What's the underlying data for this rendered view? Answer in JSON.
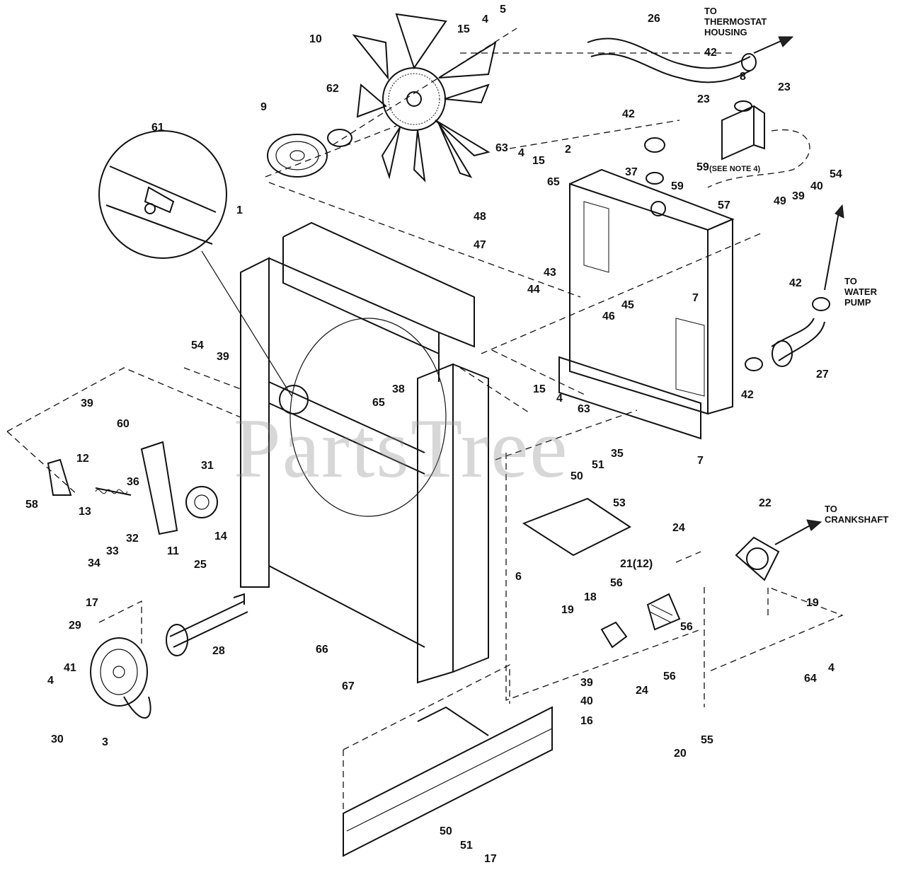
{
  "watermark": "PartsTree",
  "notes": {
    "thermostat": [
      "TO",
      "THERMOSTAT",
      "HOUSING"
    ],
    "water_pump": [
      "TO",
      "WATER",
      "PUMP"
    ],
    "crankshaft": [
      "TO",
      "CRANKSHAFT"
    ],
    "see_note": "(SEE NOTE 4)"
  },
  "callouts": [
    {
      "id": "c5",
      "text": "5"
    },
    {
      "id": "c4a",
      "text": "4"
    },
    {
      "id": "c15a",
      "text": "15"
    },
    {
      "id": "c10",
      "text": "10"
    },
    {
      "id": "c26",
      "text": "26"
    },
    {
      "id": "c42a",
      "text": "42"
    },
    {
      "id": "c62",
      "text": "62"
    },
    {
      "id": "c9",
      "text": "9"
    },
    {
      "id": "c61",
      "text": "61"
    },
    {
      "id": "c23a",
      "text": "23"
    },
    {
      "id": "c8",
      "text": "8"
    },
    {
      "id": "c23b",
      "text": "23"
    },
    {
      "id": "c42b",
      "text": "42"
    },
    {
      "id": "c2",
      "text": "2"
    },
    {
      "id": "c37",
      "text": "37"
    },
    {
      "id": "c59",
      "text": "59"
    },
    {
      "id": "c59b",
      "text": "59"
    },
    {
      "id": "c63a",
      "text": "63"
    },
    {
      "id": "c4b",
      "text": "4"
    },
    {
      "id": "c15b",
      "text": "15"
    },
    {
      "id": "c65a",
      "text": "65"
    },
    {
      "id": "c48",
      "text": "48"
    },
    {
      "id": "c47",
      "text": "47"
    },
    {
      "id": "c43",
      "text": "43"
    },
    {
      "id": "c44",
      "text": "44"
    },
    {
      "id": "c1",
      "text": "1"
    },
    {
      "id": "c57",
      "text": "57"
    },
    {
      "id": "c49",
      "text": "49"
    },
    {
      "id": "c39a",
      "text": "39"
    },
    {
      "id": "c40a",
      "text": "40"
    },
    {
      "id": "c54a",
      "text": "54"
    },
    {
      "id": "c7a",
      "text": "7"
    },
    {
      "id": "c42c",
      "text": "42"
    },
    {
      "id": "c45",
      "text": "45"
    },
    {
      "id": "c46",
      "text": "46"
    },
    {
      "id": "c42d",
      "text": "42"
    },
    {
      "id": "c27",
      "text": "27"
    },
    {
      "id": "c54b",
      "text": "54"
    },
    {
      "id": "c39b",
      "text": "39"
    },
    {
      "id": "c39c",
      "text": "39"
    },
    {
      "id": "c60",
      "text": "60"
    },
    {
      "id": "c38",
      "text": "38"
    },
    {
      "id": "c65b",
      "text": "65"
    },
    {
      "id": "c15c",
      "text": "15"
    },
    {
      "id": "c4c",
      "text": "4"
    },
    {
      "id": "c63b",
      "text": "63"
    },
    {
      "id": "c35",
      "text": "35"
    },
    {
      "id": "c51a",
      "text": "51"
    },
    {
      "id": "c50a",
      "text": "50"
    },
    {
      "id": "c7b",
      "text": "7"
    },
    {
      "id": "c12",
      "text": "12"
    },
    {
      "id": "c36",
      "text": "36"
    },
    {
      "id": "c31",
      "text": "31"
    },
    {
      "id": "c58",
      "text": "58"
    },
    {
      "id": "c13",
      "text": "13"
    },
    {
      "id": "c14",
      "text": "14"
    },
    {
      "id": "c53",
      "text": "53"
    },
    {
      "id": "c22",
      "text": "22"
    },
    {
      "id": "c32",
      "text": "32"
    },
    {
      "id": "c33",
      "text": "33"
    },
    {
      "id": "c34",
      "text": "34"
    },
    {
      "id": "c11",
      "text": "11"
    },
    {
      "id": "c25",
      "text": "25"
    },
    {
      "id": "c24a",
      "text": "24"
    },
    {
      "id": "c6",
      "text": "6"
    },
    {
      "id": "c21",
      "text": "21(12)"
    },
    {
      "id": "c17a",
      "text": "17"
    },
    {
      "id": "c56a",
      "text": "56"
    },
    {
      "id": "c18",
      "text": "18"
    },
    {
      "id": "c19a",
      "text": "19"
    },
    {
      "id": "c19b",
      "text": "19"
    },
    {
      "id": "c56b",
      "text": "56"
    },
    {
      "id": "c29",
      "text": "29"
    },
    {
      "id": "c28",
      "text": "28"
    },
    {
      "id": "c66",
      "text": "66"
    },
    {
      "id": "c67",
      "text": "67"
    },
    {
      "id": "c64",
      "text": "64"
    },
    {
      "id": "c4d",
      "text": "4"
    },
    {
      "id": "c24b",
      "text": "24"
    },
    {
      "id": "c56c",
      "text": "56"
    },
    {
      "id": "c39d",
      "text": "39"
    },
    {
      "id": "c40b",
      "text": "40"
    },
    {
      "id": "c16",
      "text": "16"
    },
    {
      "id": "c4e",
      "text": "4"
    },
    {
      "id": "c41",
      "text": "41"
    },
    {
      "id": "c30",
      "text": "30"
    },
    {
      "id": "c3",
      "text": "3"
    },
    {
      "id": "c20",
      "text": "20"
    },
    {
      "id": "c55",
      "text": "55"
    },
    {
      "id": "c50b",
      "text": "50"
    },
    {
      "id": "c51b",
      "text": "51"
    },
    {
      "id": "c17b",
      "text": "17"
    }
  ]
}
